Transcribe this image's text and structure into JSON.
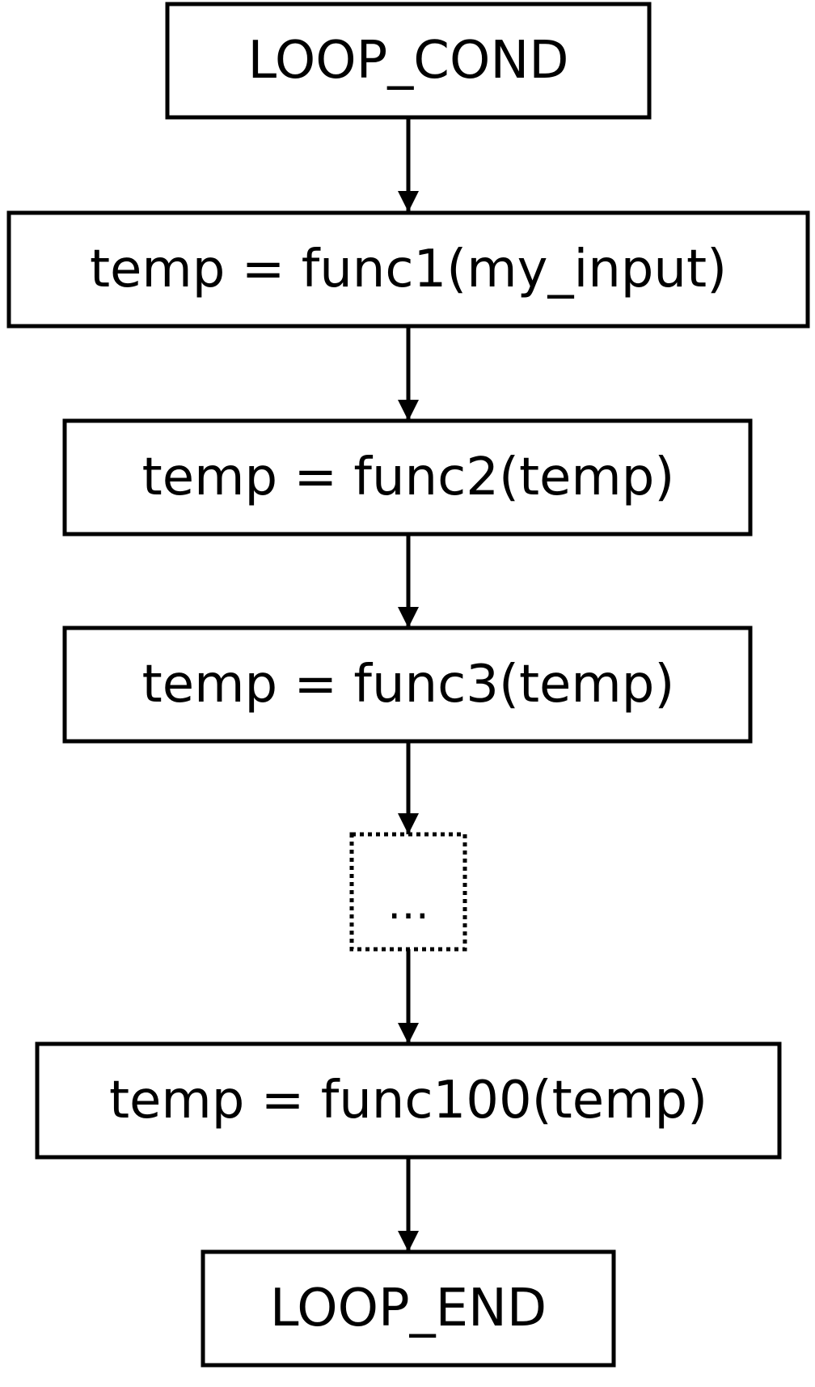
{
  "diagram": {
    "nodes": [
      {
        "id": "loop-cond",
        "label": "LOOP_COND",
        "style": "solid"
      },
      {
        "id": "func1",
        "label": "temp = func1(my_input)",
        "style": "solid"
      },
      {
        "id": "func2",
        "label": "temp = func2(temp)",
        "style": "solid"
      },
      {
        "id": "func3",
        "label": "temp = func3(temp)",
        "style": "solid"
      },
      {
        "id": "ellipsis",
        "label": "…",
        "style": "dotted"
      },
      {
        "id": "func100",
        "label": "temp = func100(temp)",
        "style": "solid"
      },
      {
        "id": "loop-end",
        "label": "LOOP_END",
        "style": "solid"
      }
    ],
    "edges": [
      {
        "from": "loop-cond",
        "to": "func1"
      },
      {
        "from": "func1",
        "to": "func2"
      },
      {
        "from": "func2",
        "to": "func3"
      },
      {
        "from": "func3",
        "to": "ellipsis"
      },
      {
        "from": "ellipsis",
        "to": "func100"
      },
      {
        "from": "func100",
        "to": "loop-end"
      }
    ],
    "colors": {
      "stroke": "#000000",
      "background": "#ffffff"
    }
  }
}
